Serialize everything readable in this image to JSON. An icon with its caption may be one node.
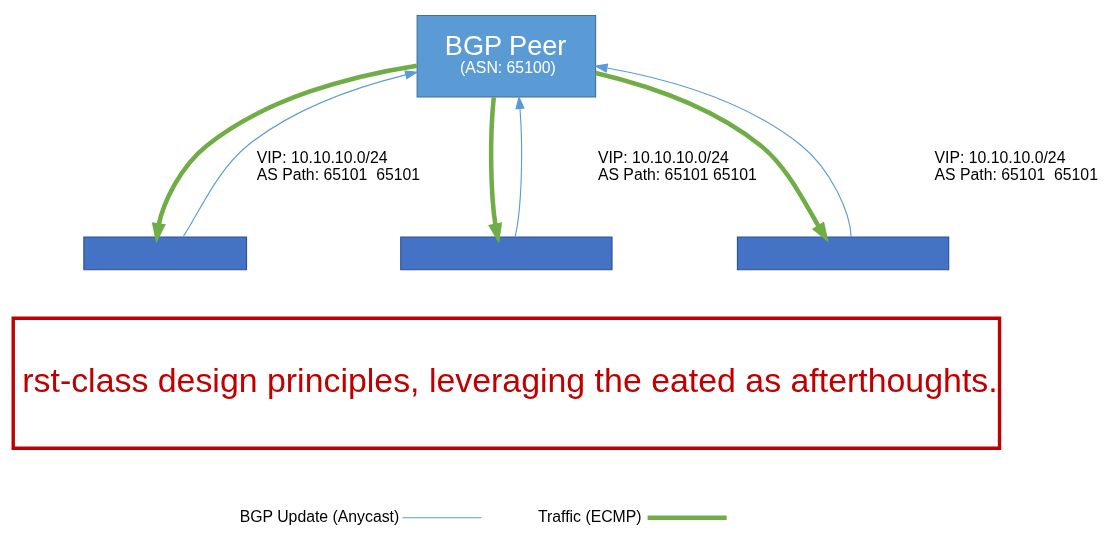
{
  "diagram": {
    "nodes": [
      {
        "text": [
          "BGP Peer",
          "(ASN: 65100)"
        ]
      },
      {
        "text": [],
        "shape": "box"
      },
      {
        "text": [],
        "shape": "box"
      },
      {
        "text": [],
        "shape": "box"
      },
      {
        "text": [
          "rst-class design principles, leveraging the eated as afterthoughts."
        ]
      }
    ],
    "edges": [
      {
        "from": 1,
        "to": 0,
        "arrow": "to",
        "color": "#5b9bd5"
      },
      {
        "from": 0,
        "to": 1,
        "arrow": "to",
        "style": "thick",
        "color": "#70ad47"
      },
      {
        "from": 2,
        "to": 0,
        "arrow": "to",
        "color": "#5b9bd5"
      },
      {
        "from": 0,
        "to": 2,
        "arrow": "to",
        "style": "thick",
        "color": "#70ad47"
      },
      {
        "from": 3,
        "to": 0,
        "arrow": "to",
        "color": "#5b9bd5"
      },
      {
        "from": 0,
        "to": 3,
        "arrow": "to",
        "style": "thick",
        "color": "#70ad47"
      }
    ],
    "labels": [
      "VIP: 10.10.10.0/24",
      "AS Path: 65101  65101",
      "VIP: 10.10.10.0/24",
      "AS Path: 65101 65101",
      "VIP: 10.10.10.0/24",
      "AS Path: 65101  65101"
    ],
    "legend": [
      {
        "text": "BGP Update (Anycast)"
      },
      {
        "text": "Traffic (ECMP)"
      }
    ]
  }
}
